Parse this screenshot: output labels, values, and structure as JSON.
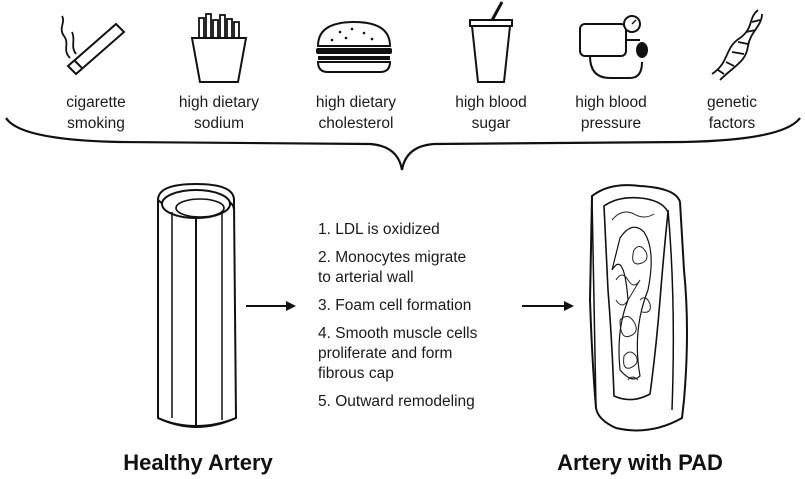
{
  "risk_factors": [
    {
      "label": "cigarette\nsmoking",
      "icon": "cigarette-icon"
    },
    {
      "label": "high dietary\nsodium",
      "icon": "fries-icon"
    },
    {
      "label": "high dietary\ncholesterol",
      "icon": "burger-icon"
    },
    {
      "label": "high blood\nsugar",
      "icon": "soda-cup-icon"
    },
    {
      "label": "high blood\npressure",
      "icon": "blood-pressure-cuff-icon"
    },
    {
      "label": "genetic\nfactors",
      "icon": "dna-icon"
    }
  ],
  "process_steps": [
    "1. LDL is oxidized",
    "2. Monocytes migrate\nto arterial wall",
    "3. Foam cell formation",
    "4. Smooth muscle cells\nproliferate and form\nfibrous cap",
    "5. Outward remodeling"
  ],
  "healthy_label": "Healthy Artery",
  "pad_label": "Artery with PAD"
}
